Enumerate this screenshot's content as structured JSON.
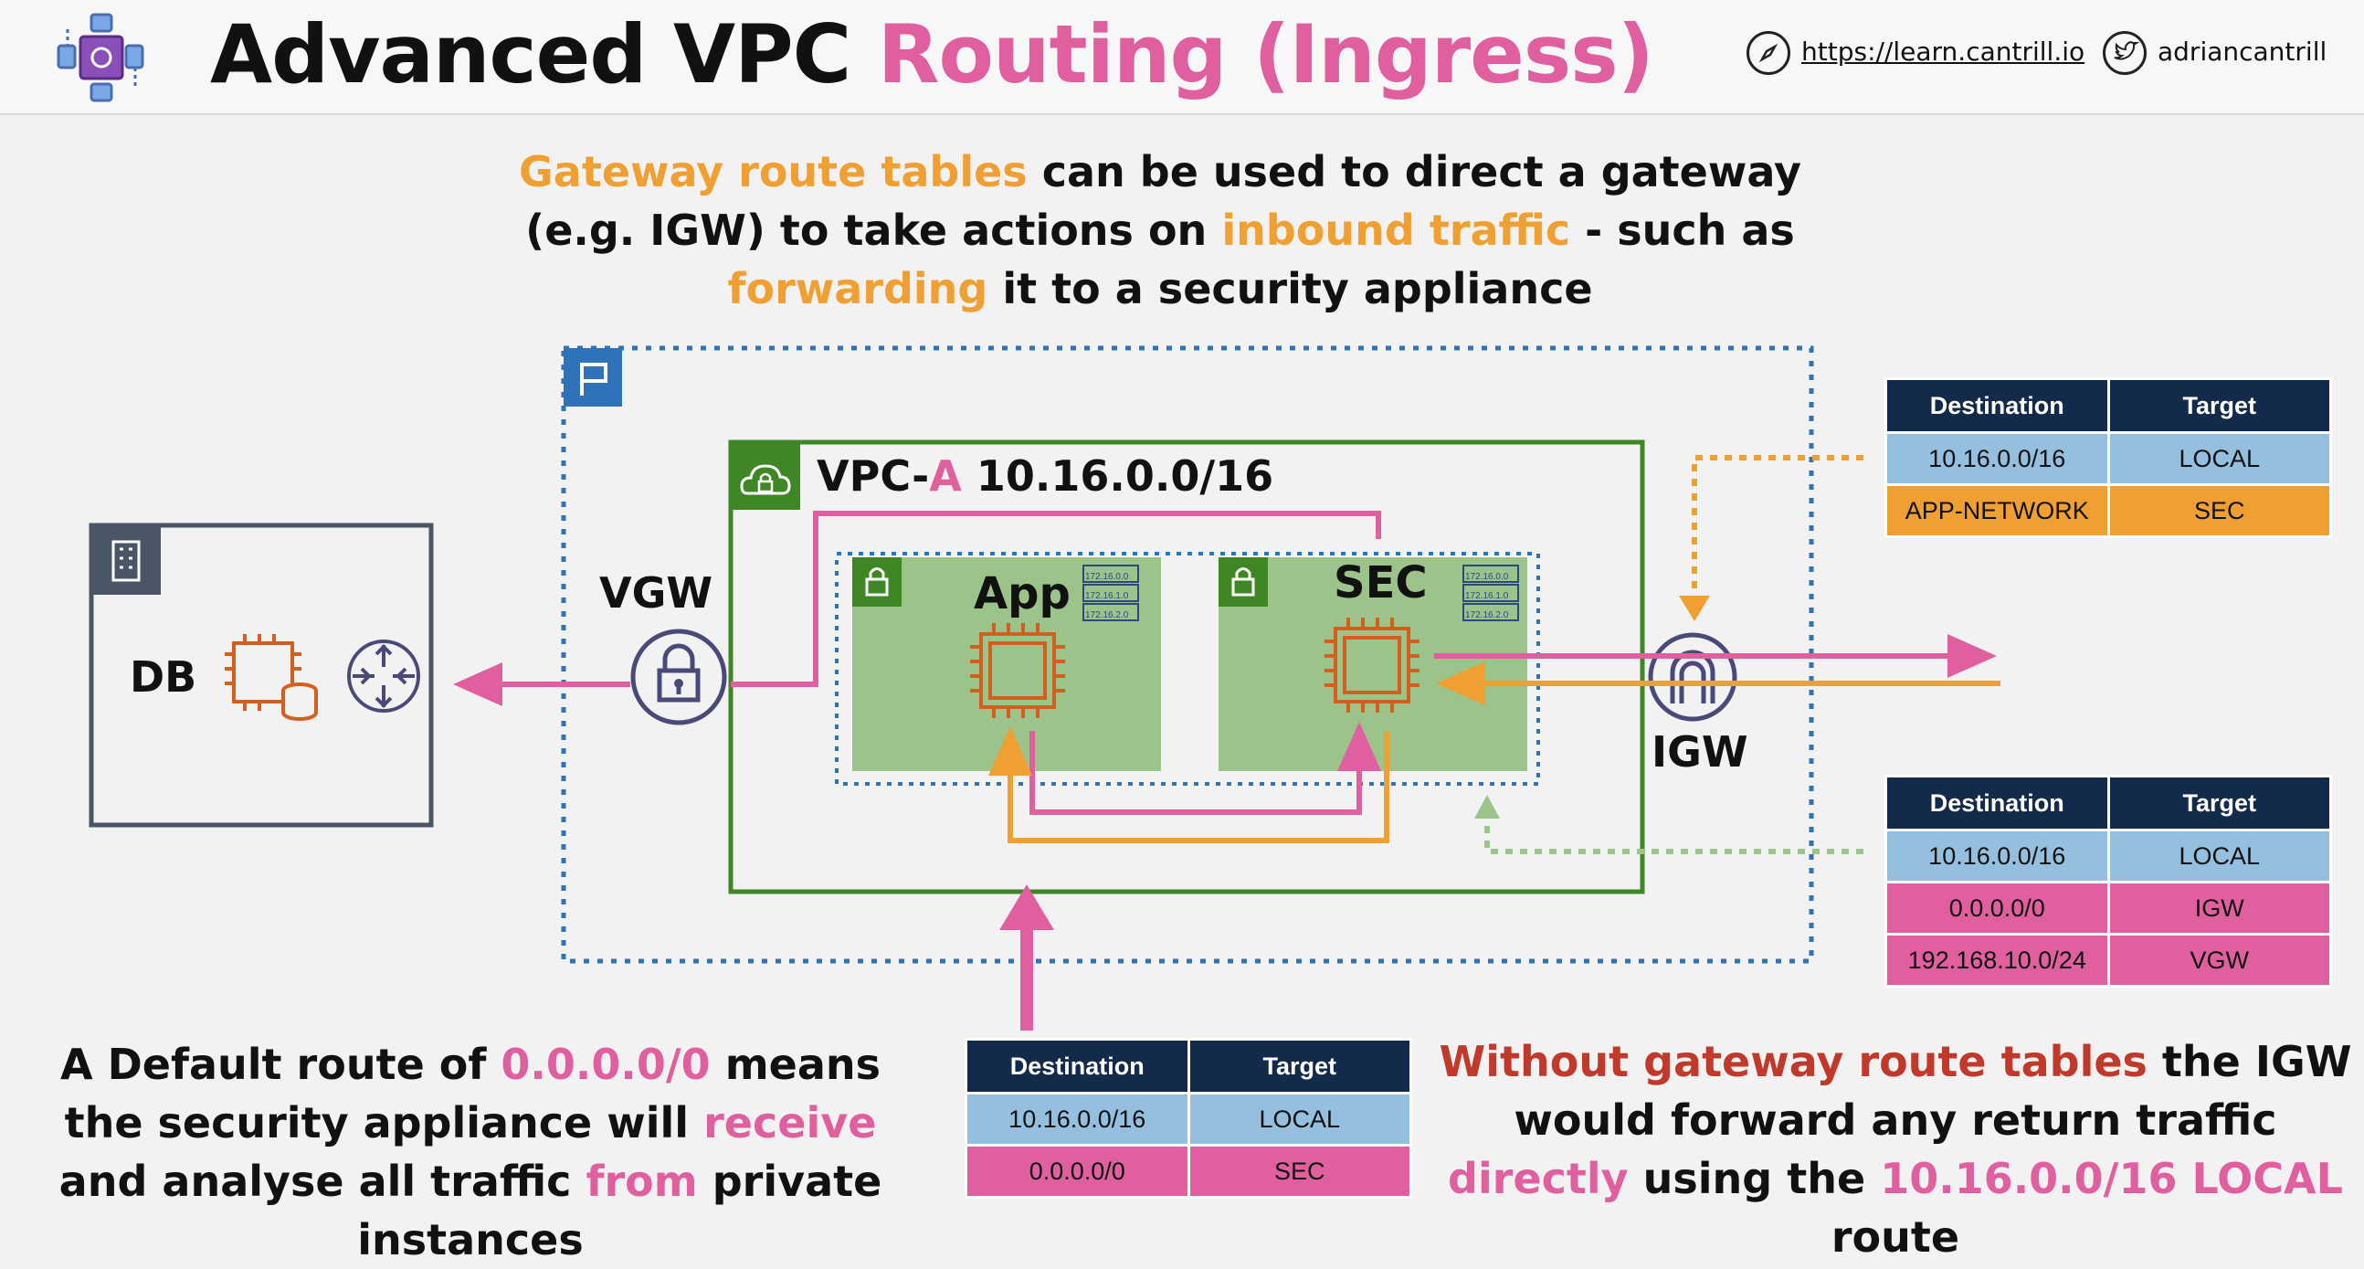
{
  "header": {
    "title_part1": "Advanced VPC ",
    "title_part2": "Routing (Ingress)",
    "site_link": "https://learn.cantrill.io",
    "twitter_handle": "adriancantrill",
    "logo_icon": "vpc-network-logo-icon",
    "compass_icon": "compass-icon",
    "twitter_icon": "twitter-bird-icon"
  },
  "top_caption": {
    "p1": "Gateway route tables",
    "p2": " can be used to direct a gateway (e.g. IGW) to take actions on ",
    "p3": "inbound traffic",
    "p4": " - such as ",
    "p5": "forwarding",
    "p6": " it to a security appliance"
  },
  "diagram": {
    "db_label": "DB",
    "vgw_label": "VGW",
    "igw_label": "IGW",
    "vpc_label_1": "VPC-",
    "vpc_label_2": "A",
    "vpc_label_3": " 10.16.0.0/16",
    "app_label": "App",
    "sec_label": "SEC",
    "app_subnets": [
      "172.16.0.0",
      "172.16.1.0",
      "172.16.2.0"
    ],
    "sec_subnets": [
      "172.16.0.0",
      "172.16.1.0",
      "172.16.2.0"
    ]
  },
  "route_tables": {
    "headers": {
      "destination": "Destination",
      "target": "Target"
    },
    "igw_edge": [
      {
        "destination": "10.16.0.0/16",
        "target": "LOCAL",
        "color": "#95bfde"
      },
      {
        "destination": "APP-NETWORK",
        "target": "SEC",
        "color": "#f0a033"
      }
    ],
    "sec_subnet": [
      {
        "destination": "10.16.0.0/16",
        "target": "LOCAL",
        "color": "#95bfde"
      },
      {
        "destination": "0.0.0.0/0",
        "target": "IGW",
        "color": "#e0609f"
      },
      {
        "destination": "192.168.10.0/24",
        "target": "VGW",
        "color": "#e0609f"
      }
    ],
    "app_subnet": [
      {
        "destination": "10.16.0.0/16",
        "target": "LOCAL",
        "color": "#95bfde"
      },
      {
        "destination": "0.0.0.0/0",
        "target": "SEC",
        "color": "#e0609f"
      }
    ]
  },
  "left_caption": {
    "p1": "A Default route of ",
    "p2": "0.0.0.0/0",
    "p3": " means the security appliance will ",
    "p4": "receive",
    "p5": " and analyse all traffic ",
    "p6": "from",
    "p7": " private instances"
  },
  "right_caption": {
    "p1": "Without gateway route tables",
    "p2": " the IGW would forward any return traffic ",
    "p3": "directly",
    "p4": " using the ",
    "p5": "10.16.0.0/16 LOCAL",
    "p6": " route"
  },
  "colors": {
    "pink": "#e0609f",
    "orange": "#f0a033",
    "aws_green": "#3f8624",
    "subnet_green": "#9cc48a",
    "navy": "#132a4a",
    "light_blue": "#95bfde",
    "aws_blue": "#2e73b8"
  }
}
